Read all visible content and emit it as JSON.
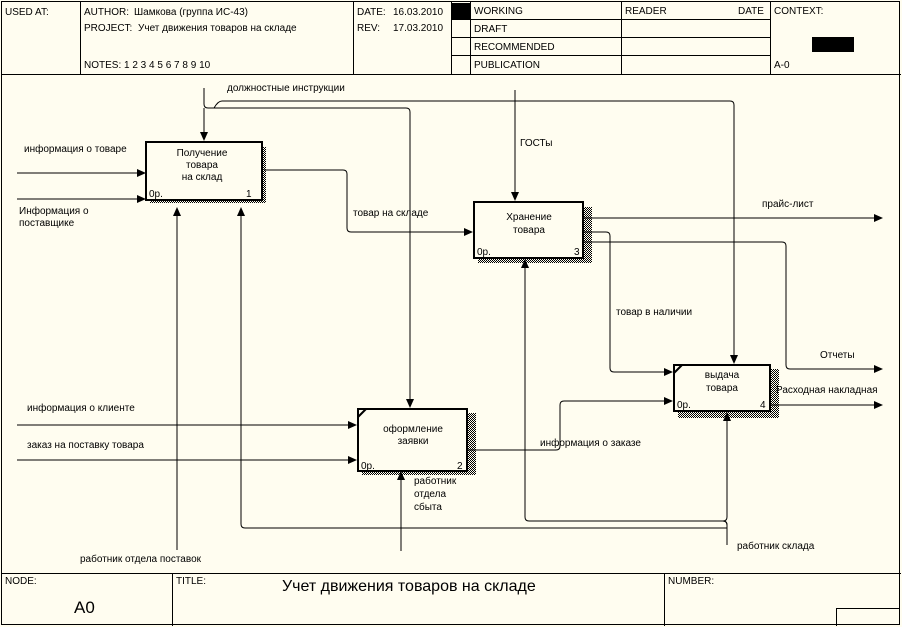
{
  "header": {
    "used_at": "USED AT:",
    "author_label": "AUTHOR:",
    "author": "Шамкова (группа ИС-43)",
    "project_label": "PROJECT:",
    "project": "Учет движения товаров на складе",
    "date_label": "DATE:",
    "date": "16.03.2010",
    "rev_label": "REV:",
    "rev": "17.03.2010",
    "notes": "NOTES:  1  2  3  4  5  6  7  8  9  10",
    "status": [
      "WORKING",
      "DRAFT",
      "RECOMMENDED",
      "PUBLICATION"
    ],
    "reader": "READER",
    "reader_date": "DATE",
    "context": "CONTEXT:",
    "context_node": "A-0"
  },
  "boxes": [
    {
      "lines": [
        "Получение",
        "товара",
        "на склад"
      ],
      "cost": "0р.",
      "num": "1"
    },
    {
      "lines": [
        "Хранение",
        "товара"
      ],
      "cost": "0р.",
      "num": "3"
    },
    {
      "lines": [
        "оформление",
        "заявки"
      ],
      "cost": "0р.",
      "num": "2"
    },
    {
      "lines": [
        "выдача",
        "товара"
      ],
      "cost": "0р.",
      "num": "4"
    }
  ],
  "arrows": {
    "instructions": "должностные инструкции",
    "product_info": "информация о товаре",
    "supplier_info": [
      "Информация о",
      "поставщике"
    ],
    "goods_in_stock": "товар на складе",
    "gost": "ГОСТы",
    "price_list": "прайс-лист",
    "goods_available": "товар в наличии",
    "reports": "Отчеты",
    "invoice": "Расходная накладная",
    "client_info": "информация о клиенте",
    "order": "заказ на поставку товара",
    "order_info": "информация о заказе",
    "sales_worker": [
      "работник",
      "отдела",
      "сбыта"
    ],
    "supply_worker": "работник отдела поставок",
    "warehouse_worker": "работник склада"
  },
  "footer": {
    "node_label": "NODE:",
    "node": "A0",
    "title_label": "TITLE:",
    "title": "Учет движения товаров на складе",
    "number_label": "NUMBER:"
  }
}
